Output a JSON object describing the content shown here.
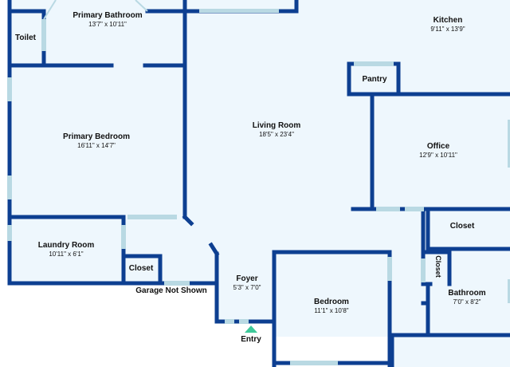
{
  "plan": {
    "colors": {
      "wall": "#0d3f91",
      "floor": "#eef7fd",
      "window": "#b9d9e3",
      "entry": "#3ec99a"
    },
    "rooms": {
      "primary_bathroom": {
        "name": "Primary Bathroom",
        "dims": "13'7\" x 10'11\""
      },
      "kitchen": {
        "name": "Kitchen",
        "dims": "9'11\" x 13'9\""
      },
      "toilet": {
        "name": "Toilet"
      },
      "pantry": {
        "name": "Pantry"
      },
      "primary_bedroom": {
        "name": "Primary Bedroom",
        "dims": "16'11\" x 14'7\""
      },
      "living_room": {
        "name": "Living Room",
        "dims": "18'5\" x 23'4\""
      },
      "office": {
        "name": "Office",
        "dims": "12'9\" x 10'11\""
      },
      "closet_right": {
        "name": "Closet"
      },
      "laundry_room": {
        "name": "Laundry Room",
        "dims": "10'11\" x 6'1\""
      },
      "closet_center": {
        "name": "Closet"
      },
      "closet_small": {
        "name": "Closet"
      },
      "foyer": {
        "name": "Foyer",
        "dims": "5'3\" x 7'0\""
      },
      "bedroom": {
        "name": "Bedroom",
        "dims": "11'1\" x 10'8\""
      },
      "bathroom": {
        "name": "Bathroom",
        "dims": "7'0\" x 8'2\""
      }
    },
    "garage_note": "Garage Not Shown",
    "entry_label": "Entry"
  }
}
